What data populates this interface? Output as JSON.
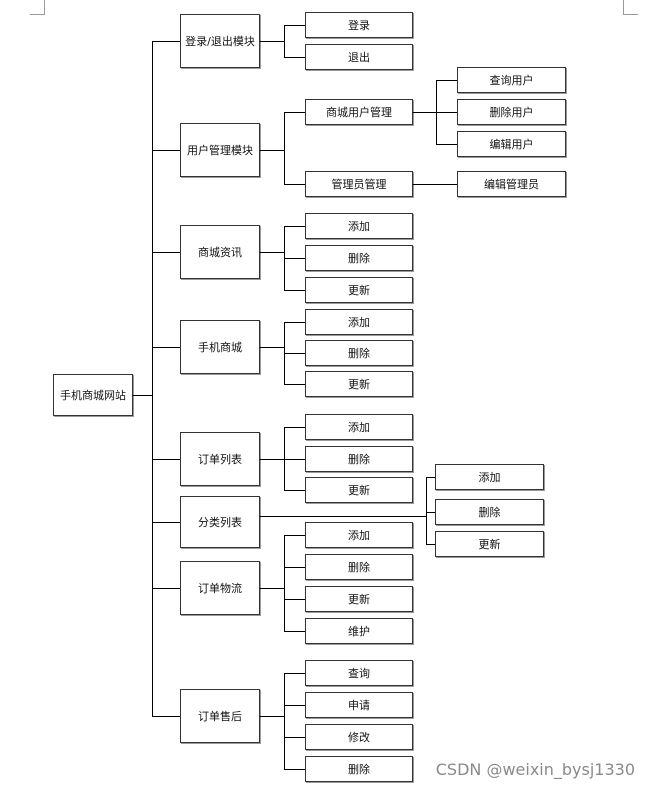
{
  "diagram": {
    "type": "tree",
    "root": "手机商城网站",
    "modules": [
      {
        "label": "登录/退出模块",
        "children": [
          "登录",
          "退出"
        ]
      },
      {
        "label": "用户管理模块",
        "children": [
          {
            "label": "商城用户管理",
            "children": [
              "查询用户",
              "删除用户",
              "编辑用户"
            ]
          },
          {
            "label": "管理员管理",
            "children": [
              "编辑管理员"
            ]
          }
        ]
      },
      {
        "label": "商城资讯",
        "children": [
          "添加",
          "删除",
          "更新"
        ]
      },
      {
        "label": "手机商城",
        "children": [
          "添加",
          "删除",
          "更新"
        ]
      },
      {
        "label": "订单列表",
        "children": [
          "添加",
          "删除",
          "更新"
        ]
      },
      {
        "label": "分类列表",
        "children": [
          "添加",
          "删除",
          "更新"
        ]
      },
      {
        "label": "订单物流",
        "children": [
          "添加",
          "删除",
          "更新",
          "维护"
        ]
      },
      {
        "label": "订单售后",
        "children": [
          "查询",
          "申请",
          "修改",
          "删除"
        ]
      }
    ]
  },
  "watermark": "CSDN @weixin_bysj1330"
}
